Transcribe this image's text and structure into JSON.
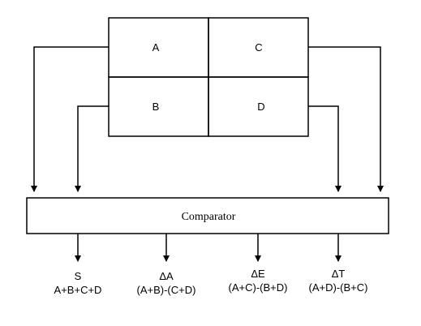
{
  "quadrants": {
    "a": "A",
    "b": "B",
    "c": "C",
    "d": "D"
  },
  "comparator": {
    "label": "Comparator"
  },
  "outputs": [
    {
      "symbol": "S",
      "formula": "A+B+C+D"
    },
    {
      "symbol": "ΔA",
      "formula": "(A+B)-(C+D)"
    },
    {
      "symbol": "ΔE",
      "formula": "(A+C)-(B+D)"
    },
    {
      "symbol": "ΔT",
      "formula": "(A+D)-(B+C)"
    }
  ],
  "colors": {
    "stroke": "#000000",
    "background": "#ffffff"
  }
}
